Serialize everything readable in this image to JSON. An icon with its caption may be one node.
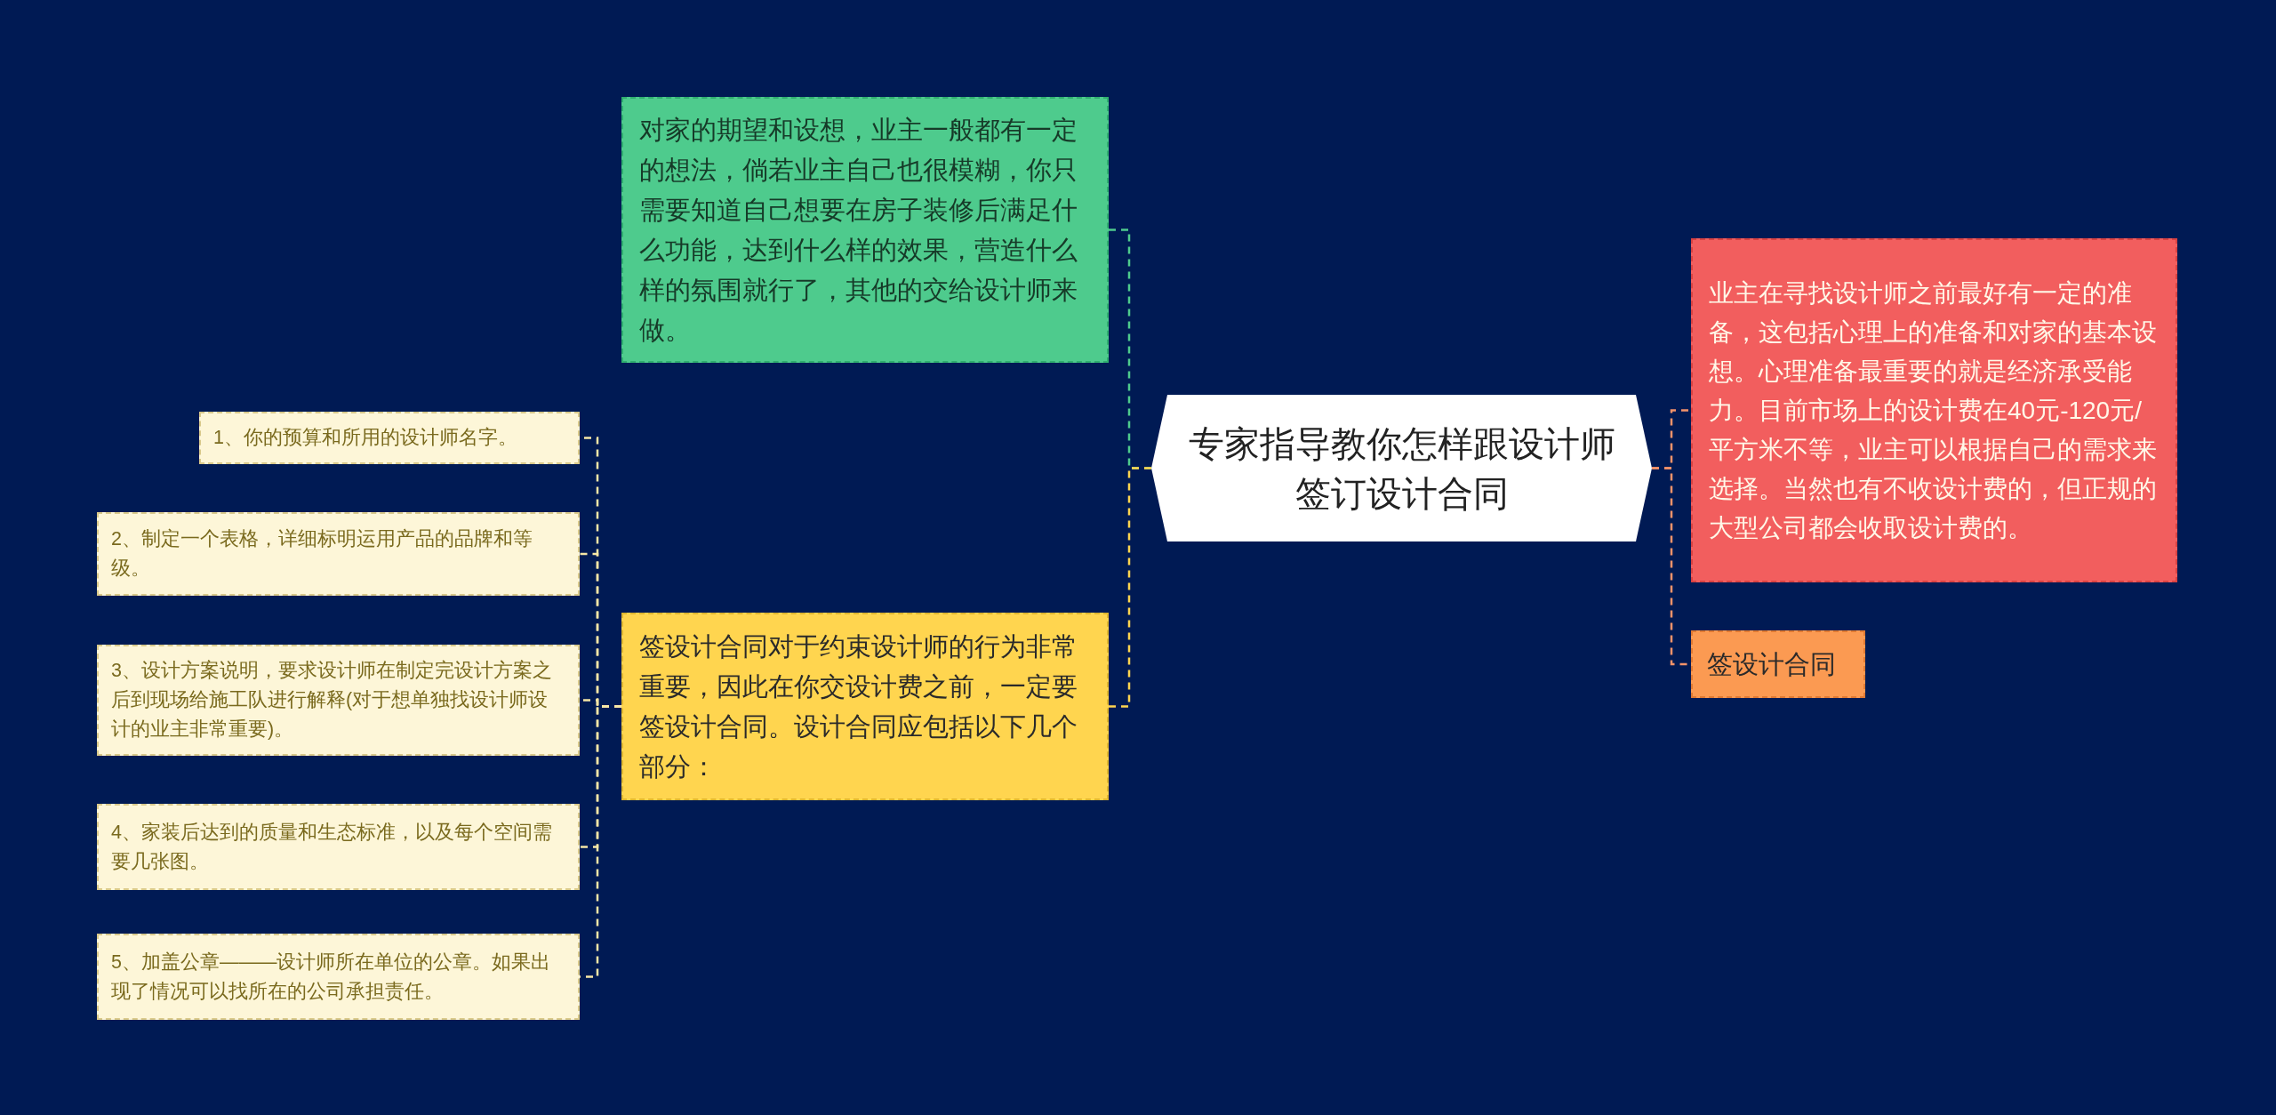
{
  "diagram": {
    "nodes": [
      {
        "text": [
          "专家指导教你怎样跟设计师签订设计合同"
        ]
      },
      {
        "text": [
          "对家的期望和设想，业主一般都有一定的想法，倘若业主自己也很模糊，你只需要知道自己想要在房子装修后满足什么功能，达到什么样的效果，营造什么样的氛围就行了，其他的交给设计师来做。"
        ]
      },
      {
        "text": [
          "签设计合同对于约束设计师的行为非常重要，因此在你交设计费之前，一定要签设计合同。设计合同应包括以下几个部分："
        ]
      },
      {
        "text": [
          "1、你的预算和所用的设计师名字。"
        ]
      },
      {
        "text": [
          "2、制定一个表格，详细标明运用产品的品牌和等级。"
        ]
      },
      {
        "text": [
          "3、设计方案说明，要求设计师在制定完设计方案之后到现场给施工队进行解释(对于想单独找设计师设计的业主非常重要)。"
        ]
      },
      {
        "text": [
          "4、家装后达到的质量和生态标准，以及每个空间需要几张图。"
        ]
      },
      {
        "text": [
          "5、加盖公章———设计师所在单位的公章。如果出现了情况可以找所在的公司承担责任。"
        ]
      },
      {
        "text": [
          "业主在寻找设计师之前最好有一定的准备，这包括心理上的准备和对家的基本设想。心理准备最重要的就是经济承受能力。目前市场上的设计费在40元-120元/平方米不等，业主可以根据自己的需求来选择。当然也有不收设计费的，但正规的大型公司都会收取设计费的。"
        ]
      },
      {
        "text": [
          "签设计合同"
        ]
      }
    ],
    "edges": [
      {
        "from": 0,
        "to": 1,
        "arrow": "none",
        "style": "dashed",
        "color": "#4ecb8d"
      },
      {
        "from": 0,
        "to": 2,
        "arrow": "none",
        "style": "dashed",
        "color": "#ffd54f"
      },
      {
        "from": 2,
        "to": 3,
        "arrow": "none",
        "style": "dashed",
        "color": "#f6e7a6"
      },
      {
        "from": 2,
        "to": 4,
        "arrow": "none",
        "style": "dashed",
        "color": "#f6e7a6"
      },
      {
        "from": 2,
        "to": 5,
        "arrow": "none",
        "style": "dashed",
        "color": "#f6e7a6"
      },
      {
        "from": 2,
        "to": 6,
        "arrow": "none",
        "style": "dashed",
        "color": "#f6e7a6"
      },
      {
        "from": 2,
        "to": 7,
        "arrow": "none",
        "style": "dashed",
        "color": "#f6e7a6"
      },
      {
        "from": 0,
        "to": 8,
        "arrow": "none",
        "style": "dashed",
        "color": "#f4936a"
      },
      {
        "from": 0,
        "to": 9,
        "arrow": "none",
        "style": "dashed",
        "color": "#f4936a"
      }
    ]
  }
}
